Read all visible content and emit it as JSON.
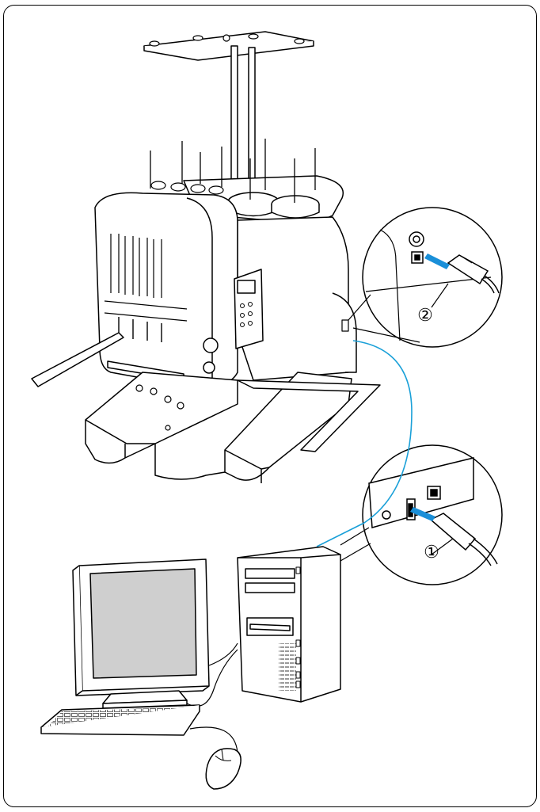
{
  "callouts": [
    {
      "id": "1",
      "label": "①"
    },
    {
      "id": "2",
      "label": "②"
    }
  ],
  "colors": {
    "line": "#000000",
    "cable": "#1aa0d8",
    "usb_blue": "#1a8fd8",
    "screen": "#cfcfcf",
    "body": "#ffffff"
  },
  "icons": [
    "embroidery-machine-icon",
    "computer-tower-icon",
    "monitor-icon",
    "keyboard-icon",
    "mouse-icon",
    "usb-plug-icon"
  ]
}
